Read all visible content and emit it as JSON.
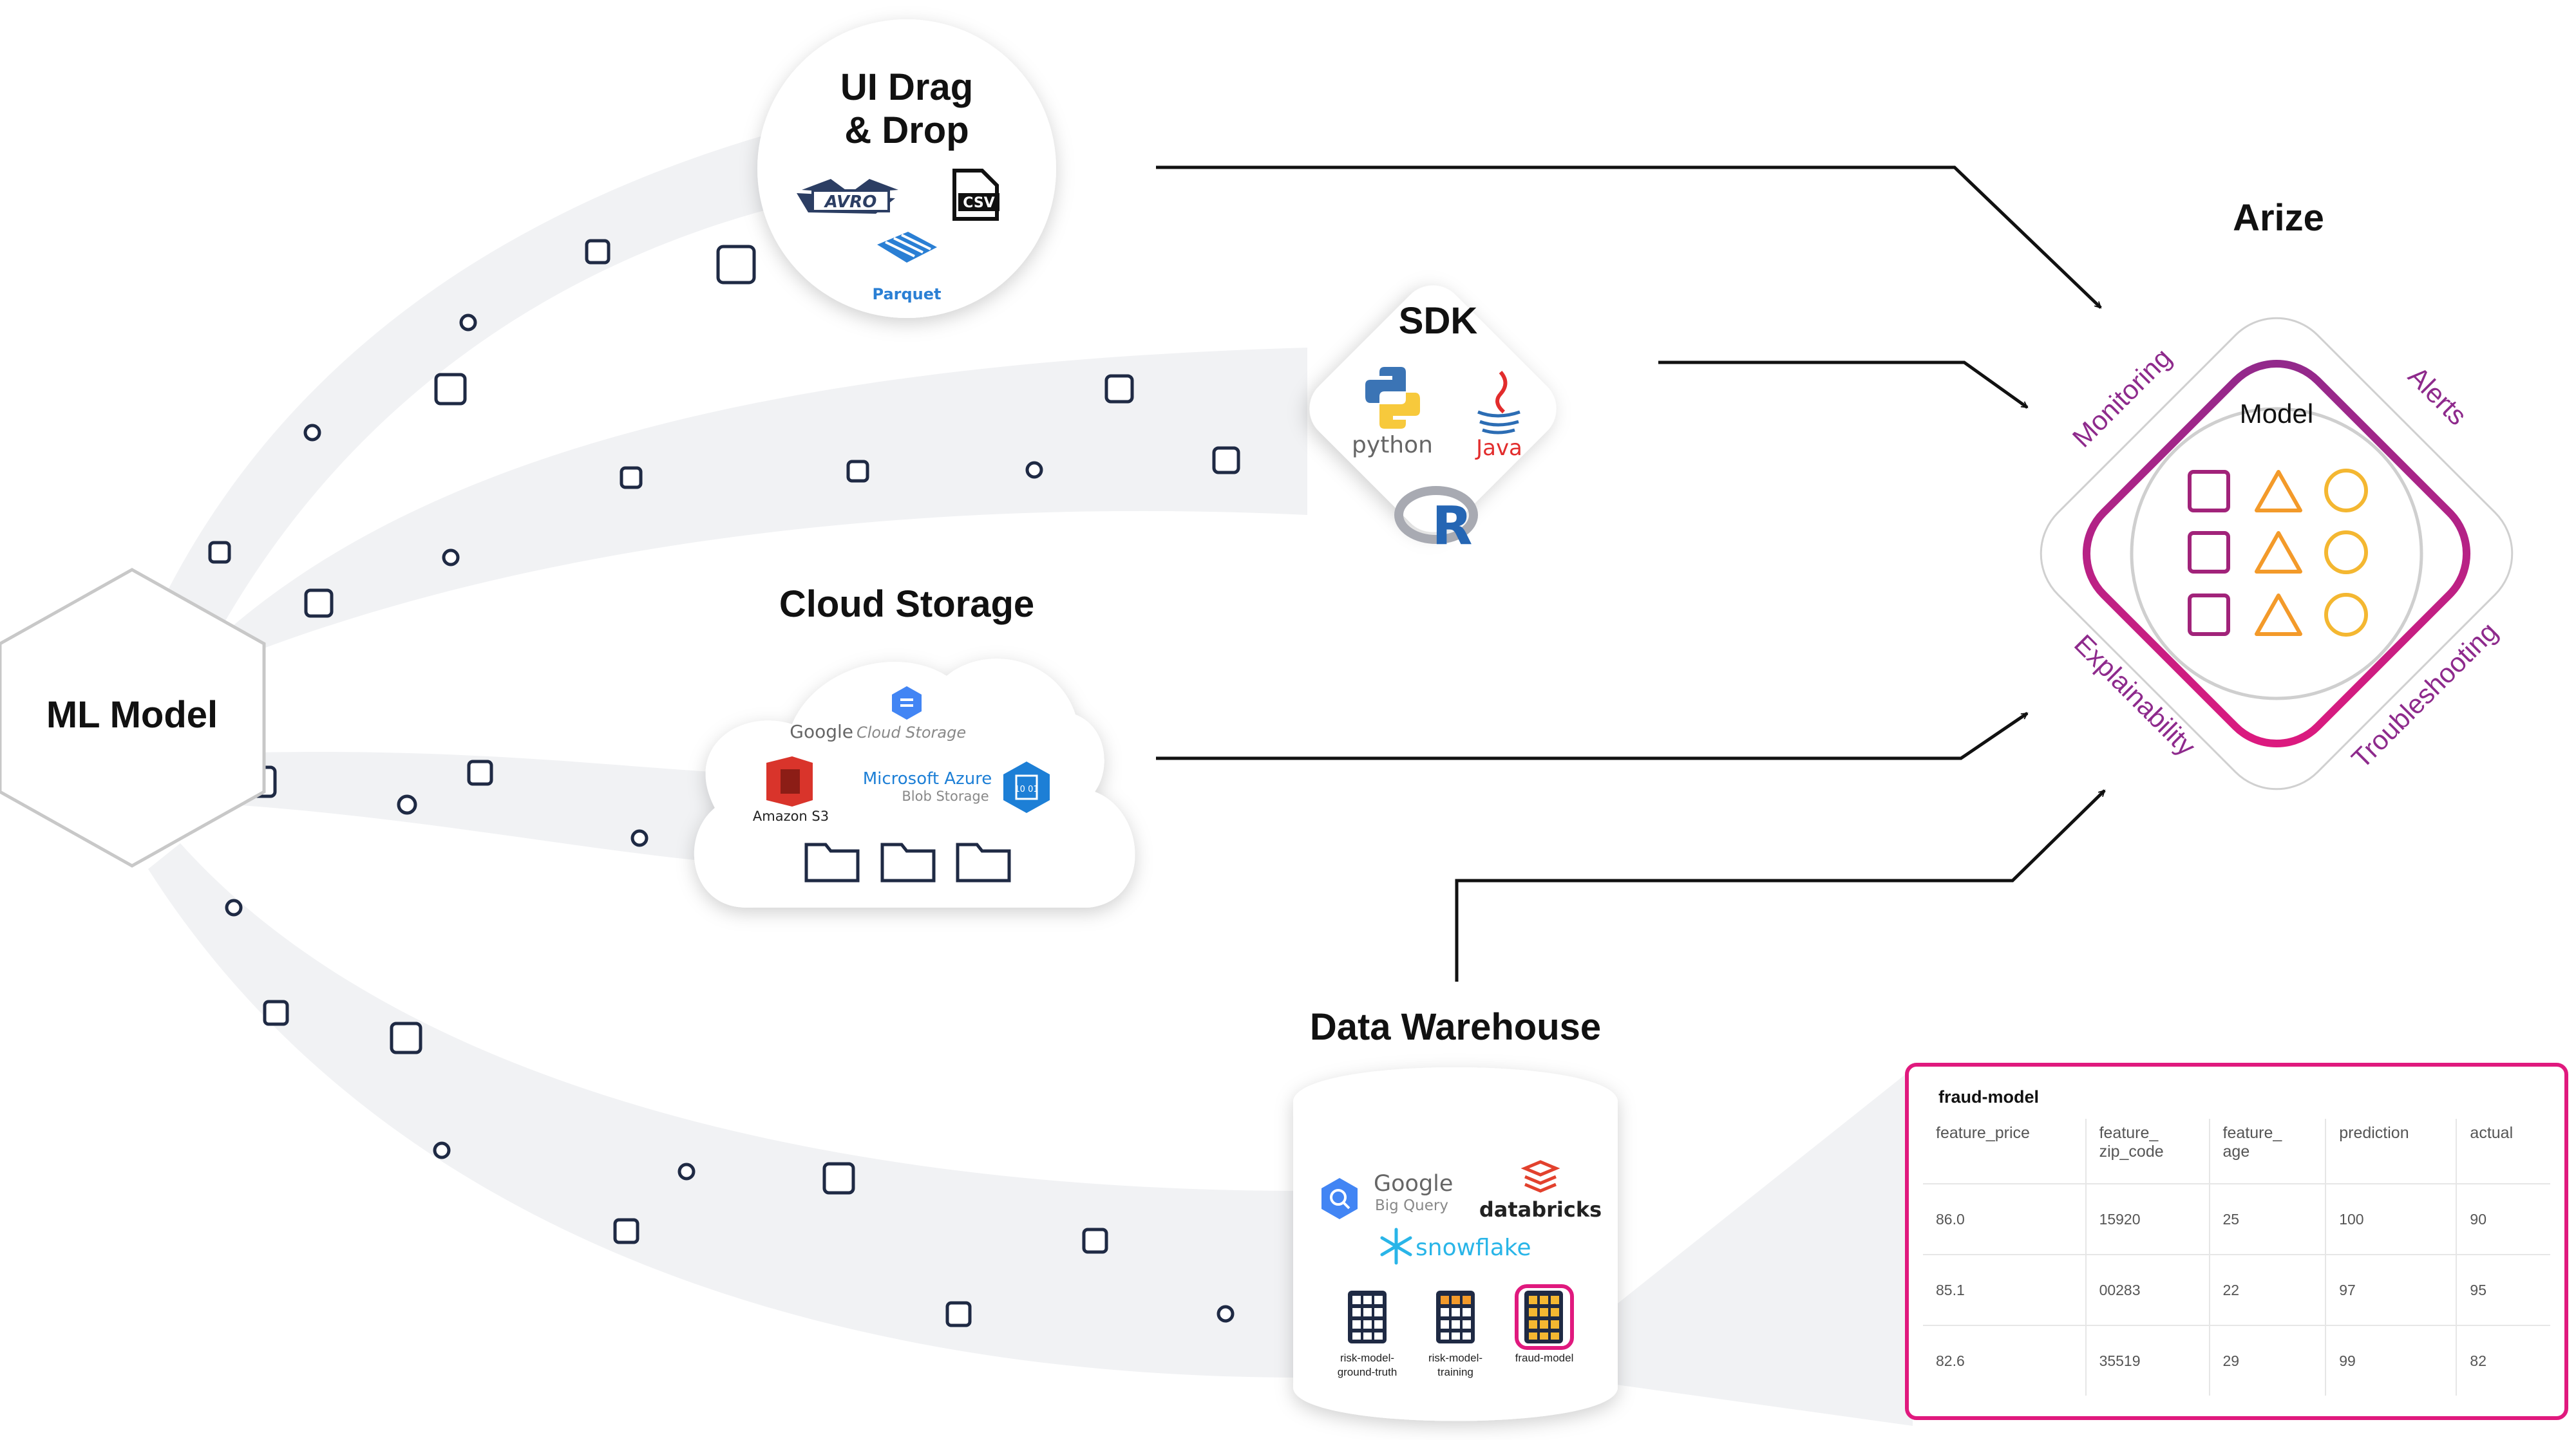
{
  "ml_model": {
    "label": "ML Model"
  },
  "ui_drag_drop": {
    "title_line1": "UI Drag",
    "title_line2": "& Drop",
    "logos": {
      "avro": "AVRO",
      "csv": "CSV",
      "parquet": "Parquet"
    }
  },
  "sdk": {
    "title": "SDK",
    "logos": {
      "python": "python",
      "java": "Java",
      "r": "R"
    }
  },
  "cloud_storage": {
    "title": "Cloud Storage",
    "logos": {
      "gcs_google": "Google",
      "gcs_cloud": "Cloud Storage",
      "s3": "Amazon S3",
      "azure_line1": "Microsoft Azure",
      "azure_line2": "Blob Storage",
      "azure_bits": "10 01"
    }
  },
  "data_warehouse": {
    "title": "Data Warehouse",
    "logos": {
      "bq_google": "Google",
      "bq_sub": "Big Query",
      "databricks": "databricks",
      "snowflake": "snowflake"
    },
    "tables": [
      {
        "label_line1": "risk-model-",
        "label_line2": "ground-truth"
      },
      {
        "label_line1": "risk-model-",
        "label_line2": "training"
      },
      {
        "label_line1": "fraud-model",
        "label_line2": ""
      }
    ]
  },
  "arize": {
    "title": "Arize",
    "model_label": "Model",
    "cycle_labels": {
      "monitoring": "Monitoring",
      "alerts": "Alerts",
      "troubleshooting": "Troubleshooting",
      "explainability": "Explainability"
    }
  },
  "fraud_table": {
    "title": "fraud-model",
    "columns": [
      "feature_price",
      "feature_\nzip_code",
      "feature_\nage",
      "prediction",
      "actual"
    ],
    "rows": [
      [
        "86.0",
        "15920",
        "25",
        "100",
        "90"
      ],
      [
        "85.1",
        "00283",
        "22",
        "97",
        "95"
      ],
      [
        "82.6",
        "35519",
        "29",
        "99",
        "82"
      ]
    ]
  },
  "colors": {
    "accent_pink": "#e0197e",
    "accent_purple": "#8e2a8c",
    "shape_purple": "#a1237a",
    "shape_orange": "#f39a2a",
    "shape_gold": "#f4b731",
    "stream_gray": "#f1f2f4",
    "outline_gray": "#cfcfcf",
    "marker_navy": "#1f2a44"
  }
}
